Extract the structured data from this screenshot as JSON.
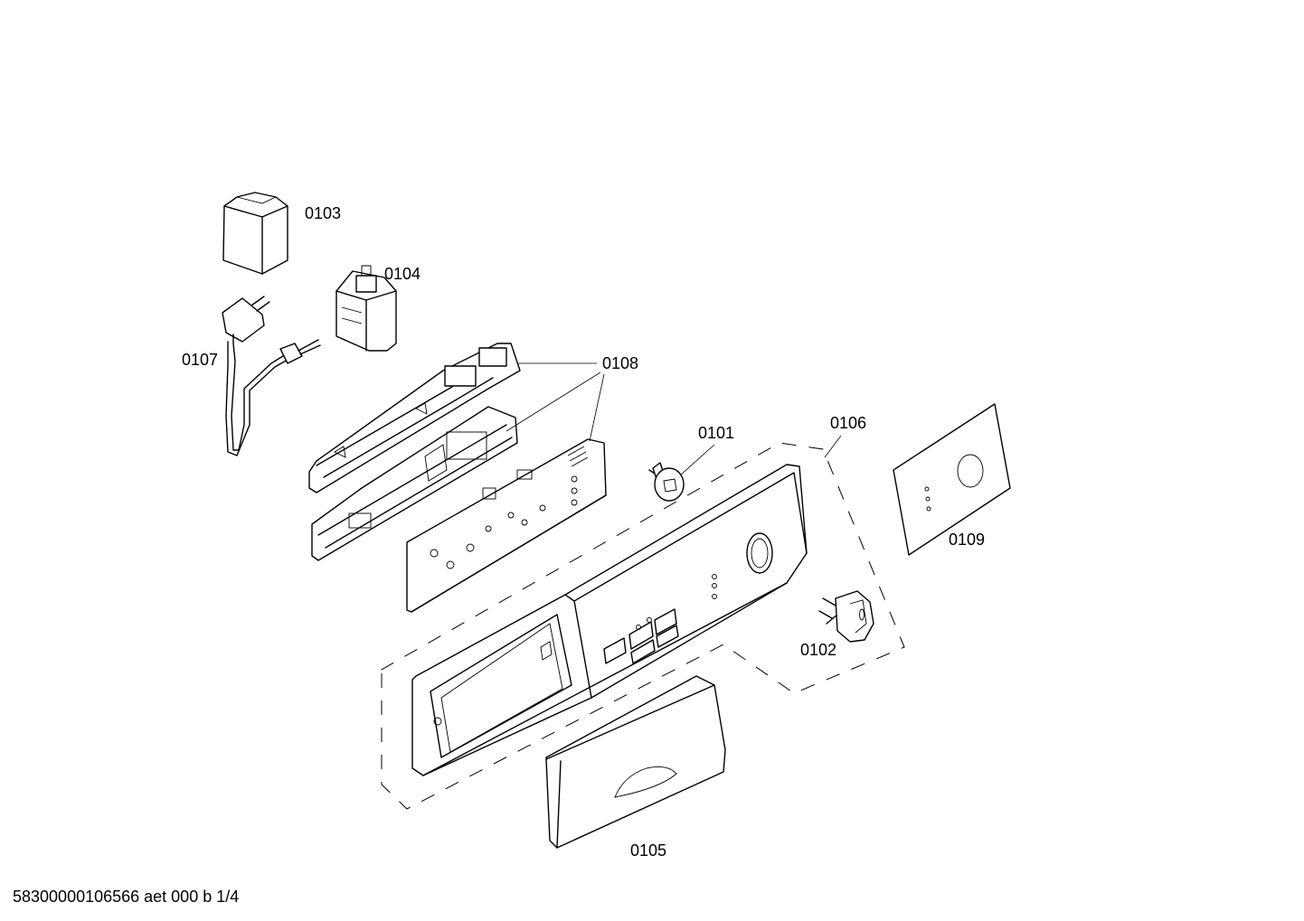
{
  "parts": [
    {
      "id": "p0101",
      "number": "0101",
      "depicts": "knob-shaft"
    },
    {
      "id": "p0102",
      "number": "0102",
      "depicts": "program-knob"
    },
    {
      "id": "p0103",
      "number": "0103",
      "depicts": "cover-cap"
    },
    {
      "id": "p0104",
      "number": "0104",
      "depicts": "interference-filter"
    },
    {
      "id": "p0105",
      "number": "0105",
      "depicts": "detergent-drawer-handle"
    },
    {
      "id": "p0106",
      "number": "0106",
      "depicts": "control-panel-fascia"
    },
    {
      "id": "p0107",
      "number": "0107",
      "depicts": "power-cord"
    },
    {
      "id": "p0108",
      "number": "0108",
      "depicts": "electronic-module"
    },
    {
      "id": "p0109",
      "number": "0109",
      "depicts": "panel-label"
    }
  ],
  "footer": {
    "doc_id": "58300000106566 aet 000 b 1/4"
  }
}
